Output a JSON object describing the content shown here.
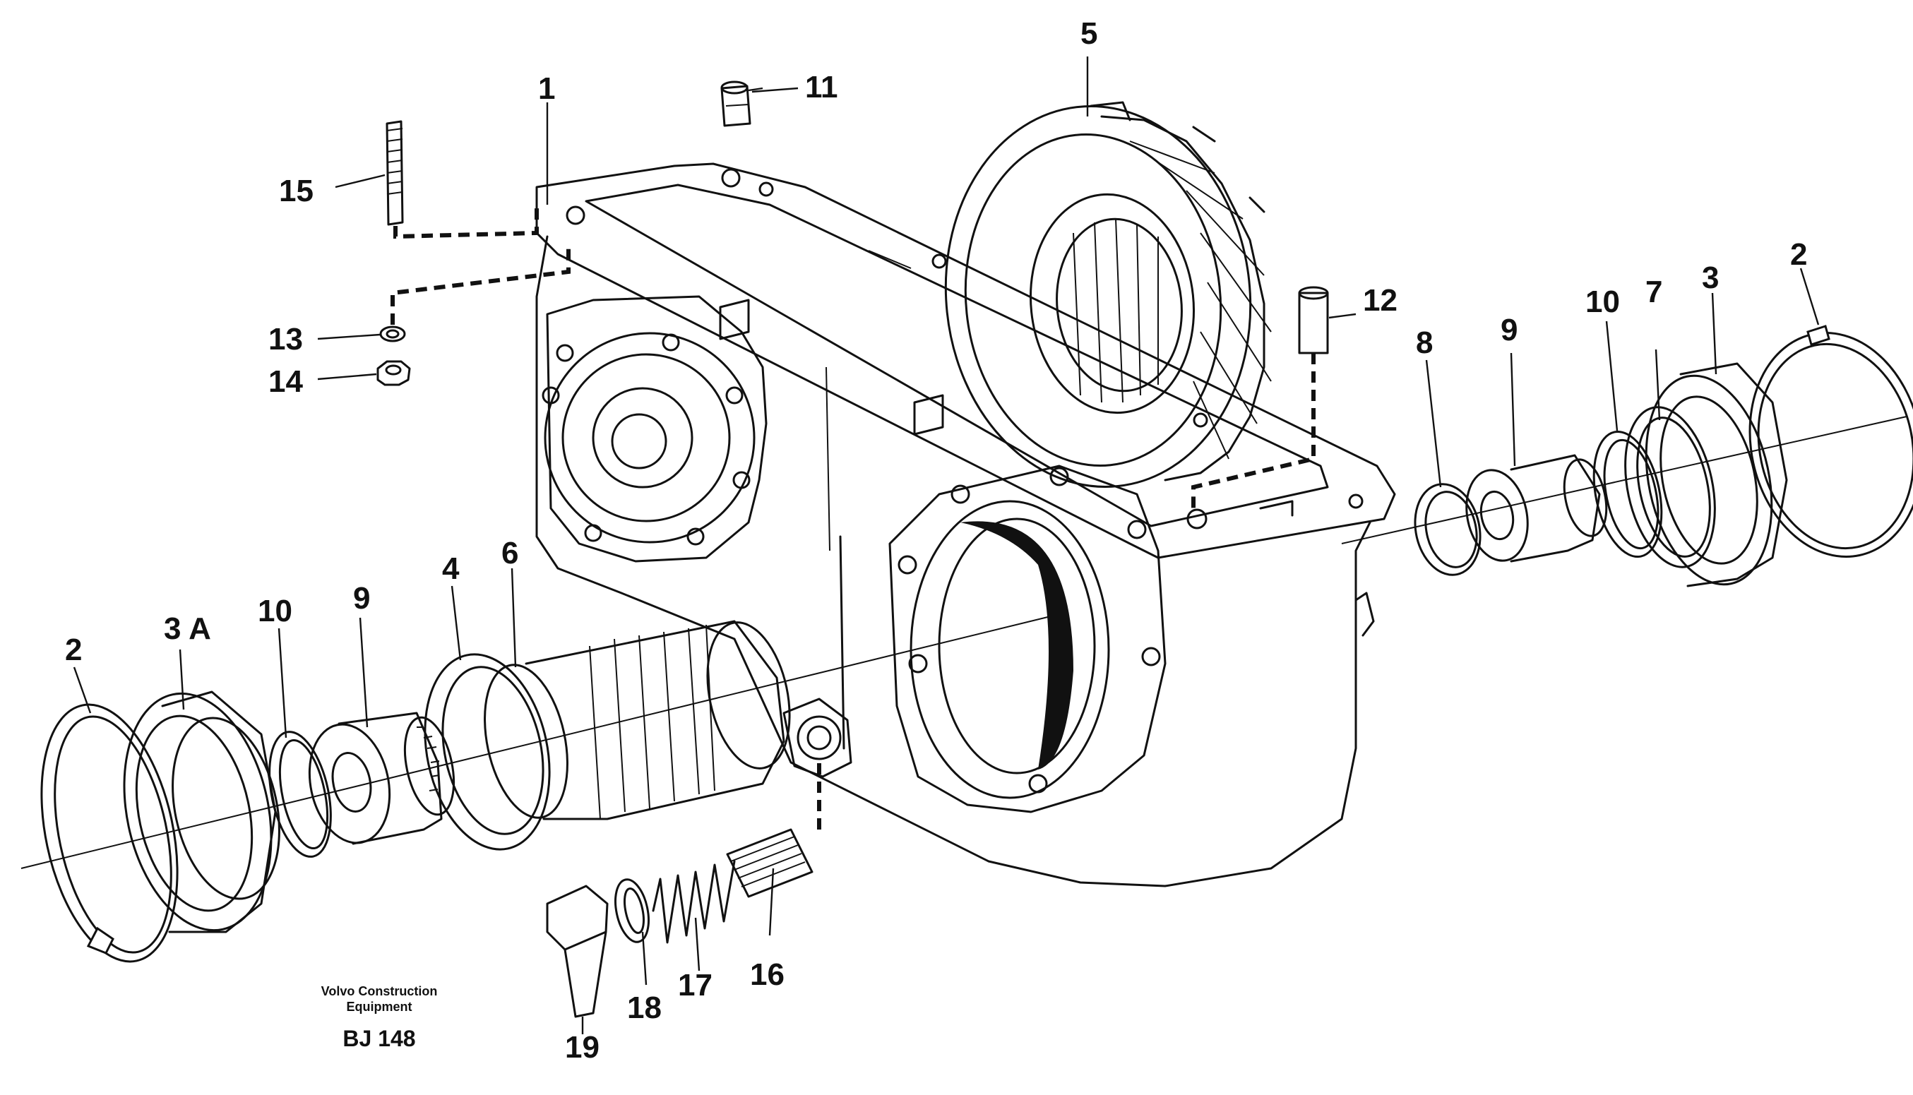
{
  "callouts": {
    "c1": "1",
    "c2_left": "2",
    "c2_right": "2",
    "c3": "3",
    "c3a": "3 A",
    "c4": "4",
    "c5": "5",
    "c6": "6",
    "c7": "7",
    "c8": "8",
    "c9_left": "9",
    "c9_right": "9",
    "c10_left": "10",
    "c10_right": "10",
    "c11": "11",
    "c12": "12",
    "c13": "13",
    "c14": "14",
    "c15": "15",
    "c16": "16",
    "c17": "17",
    "c18": "18",
    "c19": "19"
  },
  "caption": {
    "line1": "Volvo Construction",
    "line2": "Equipment",
    "code": "BJ 148"
  }
}
